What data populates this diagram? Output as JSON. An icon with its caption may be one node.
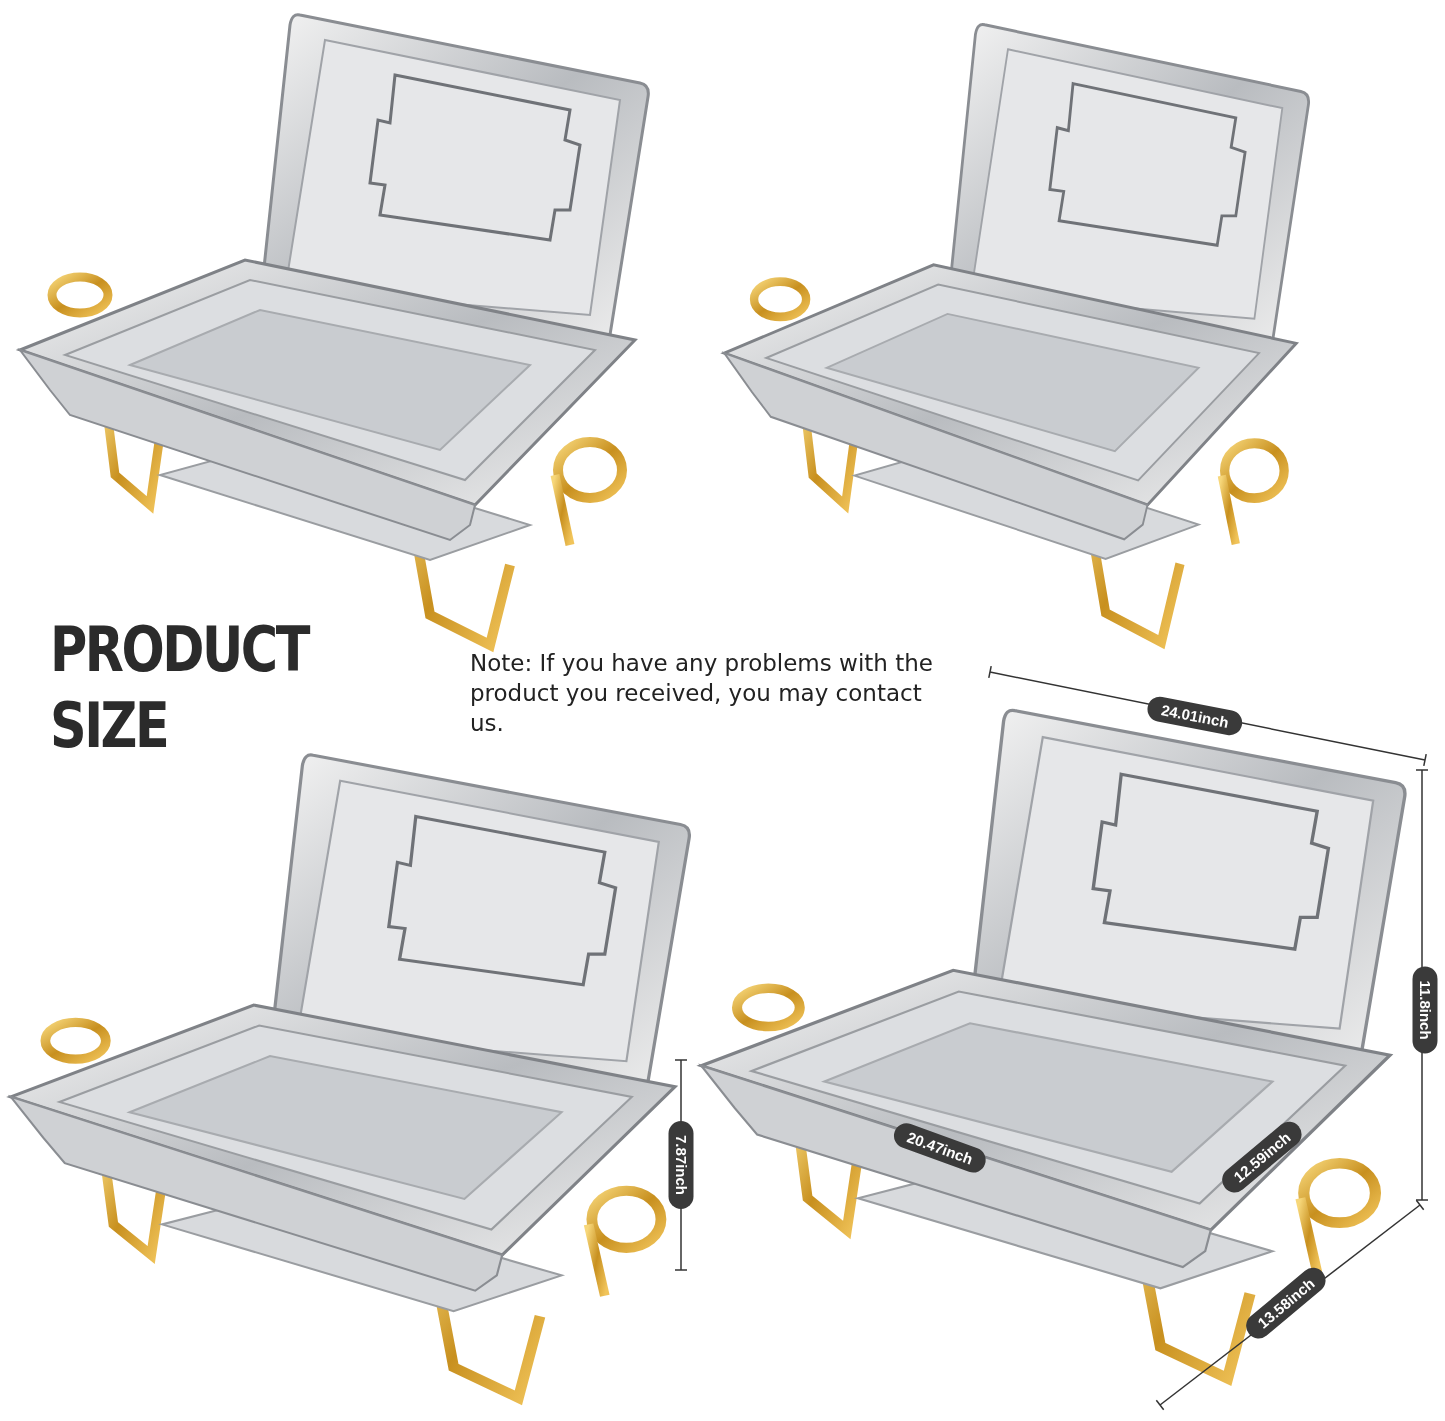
{
  "diagram": {
    "title": "PRODUCT SIZE",
    "labels": [
      "Note: If you have any problems with the product you received, you may contact us.",
      "24.01inch",
      "11.8inch",
      "7.87inch",
      "20.47inch",
      "12.59inch",
      "13.58inch"
    ]
  }
}
